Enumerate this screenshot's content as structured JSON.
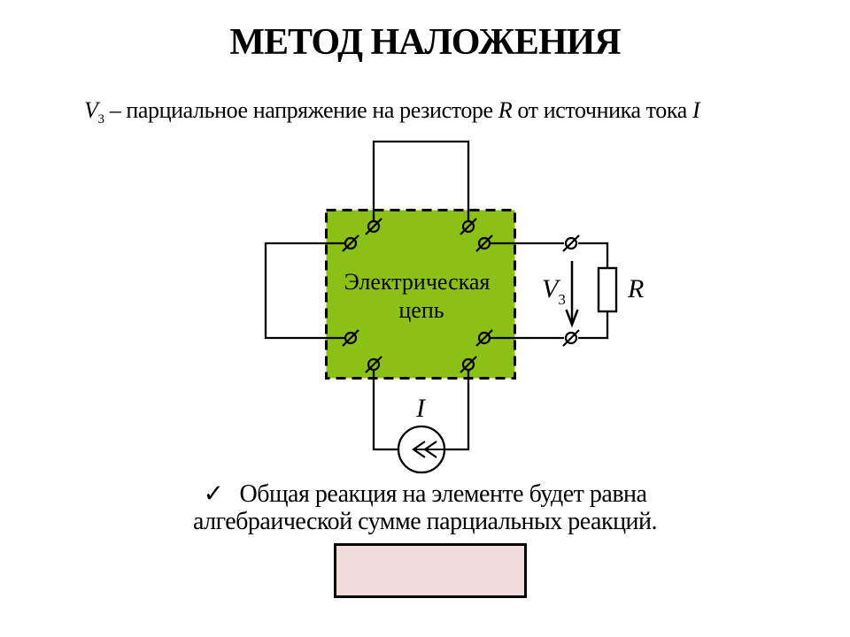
{
  "slide": {
    "title": "МЕТОД НАЛОЖЕНИЯ",
    "subtitle": {
      "v": "V",
      "v_sub": "3",
      "text_mid": "– парциальное напряжение на резисторе",
      "r": "R",
      "text_tail": "от источника тока",
      "i": "I"
    },
    "bullet": {
      "check": "✓",
      "line1": "Общая реакция на элементе будет равна",
      "line2": "алгебраической сумме парциальных реакций."
    }
  },
  "diagram": {
    "circuit_box": {
      "label_line1": "Электрическая",
      "label_line2": "цепь",
      "fill": "#8BC014",
      "border_color": "#000000"
    },
    "labels": {
      "v": "V",
      "v_sub": "3",
      "r": "R",
      "i": "I"
    },
    "wire_color": "#000000"
  },
  "footer_box": {
    "fill": "#F2DCDB",
    "border_color": "#000000"
  }
}
